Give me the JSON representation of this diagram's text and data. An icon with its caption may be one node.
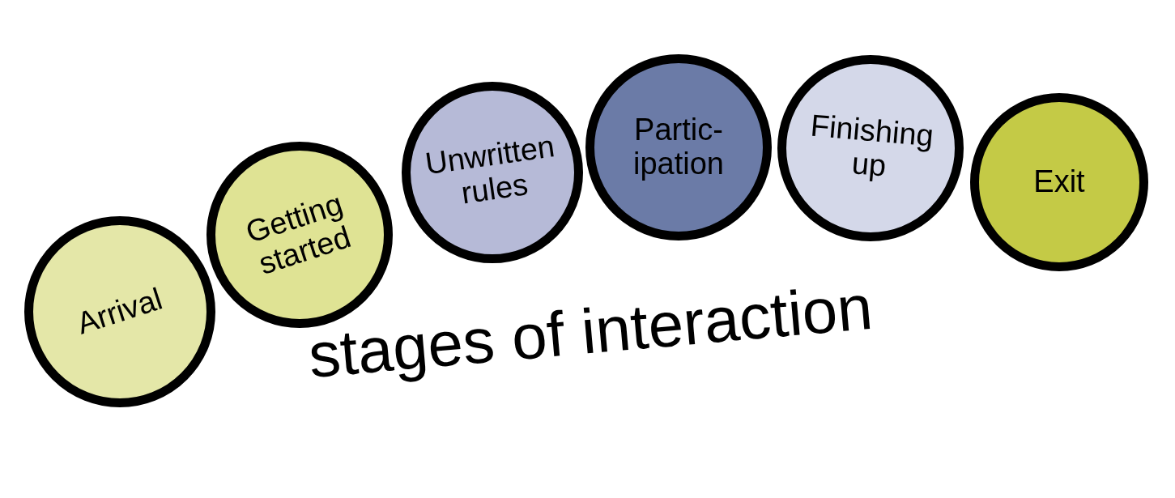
{
  "diagram": {
    "nodes": [
      {
        "text": [
          "Arrival"
        ]
      },
      {
        "text": [
          "Getting started"
        ]
      },
      {
        "text": [
          "Unwritten rules"
        ]
      },
      {
        "text": [
          "Partic- ipation"
        ]
      },
      {
        "text": [
          "Finishing up"
        ]
      },
      {
        "text": [
          "Exit"
        ]
      }
    ],
    "edges": [],
    "labels": [
      "stages of interaction"
    ]
  }
}
